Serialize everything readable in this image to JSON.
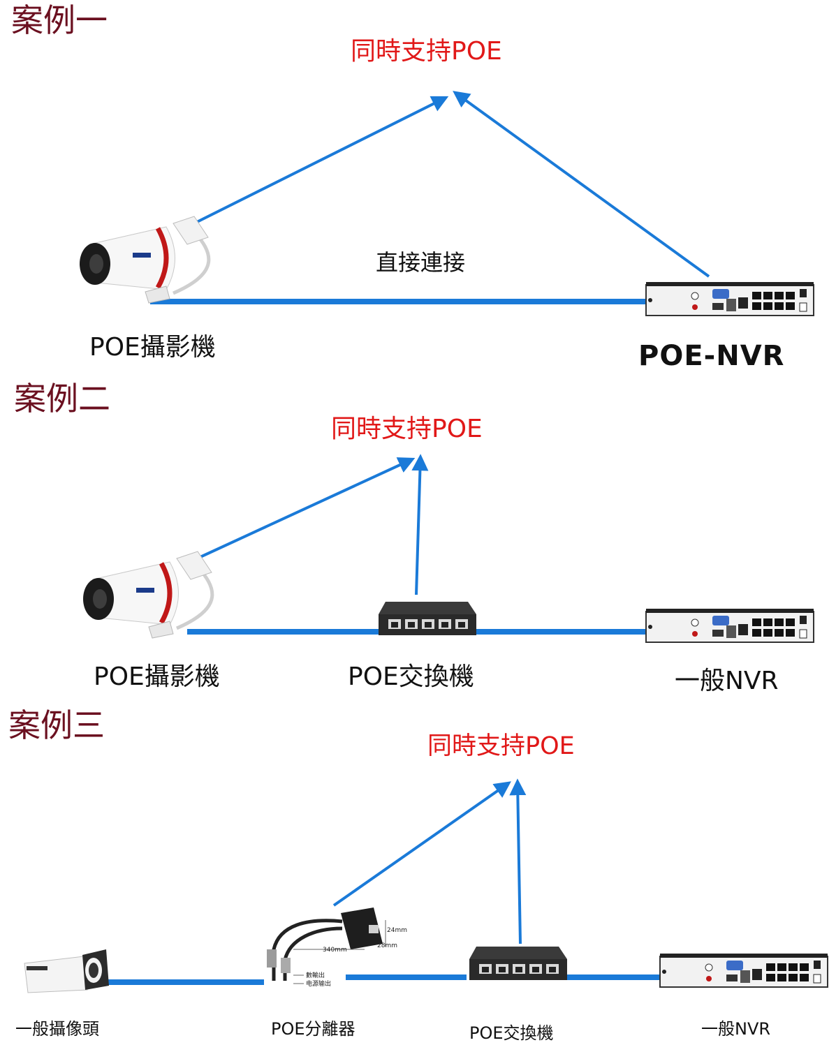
{
  "colors": {
    "title": "#6b1020",
    "note": "#e11818",
    "cable": "#1a7ad8",
    "arrow": "#1a7ad8"
  },
  "case1": {
    "title": "案例一",
    "note": "同時支持POE",
    "link_label": "直接連接",
    "camera_label": "POE攝影機",
    "nvr_label": "POE-NVR",
    "camera_icon": "bullet-camera-icon",
    "nvr_icon": "nvr-recorder-icon"
  },
  "case2": {
    "title": "案例二",
    "note": "同時支持POE",
    "camera_label": "POE攝影機",
    "switch_label": "POE交換機",
    "nvr_label": "一般NVR",
    "switch_icon": "network-switch-icon"
  },
  "case3": {
    "title": "案例三",
    "note": "同時支持POE",
    "camera_label": "一般攝像頭",
    "splitter_label": "POE分離器",
    "switch_label": "POE交換機",
    "nvr_label": "一般NVR",
    "splitter_icon": "poe-splitter-icon",
    "splitter_annotations": {
      "data_out": "數輸出",
      "power_out": "电源输出",
      "length": "340mm",
      "dim_a": "24mm",
      "dim_b": "28mm"
    }
  }
}
